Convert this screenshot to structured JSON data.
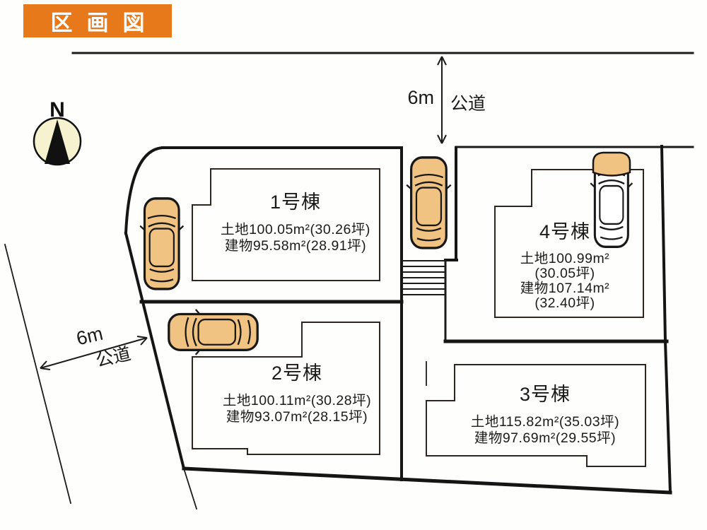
{
  "title": {
    "label": "区画図"
  },
  "compass": {
    "label": "N"
  },
  "roads": {
    "top": {
      "dimension": "6m",
      "label": "公道"
    },
    "left": {
      "dimension": "6m",
      "label": "公道"
    }
  },
  "plots": [
    {
      "name": "1号棟",
      "land": "土地100.05m²(30.26坪)",
      "building": "建物95.58m²(28.91坪)"
    },
    {
      "name": "2号棟",
      "land": "土地100.11m²(30.28坪)",
      "building": "建物93.07m²(28.15坪)"
    },
    {
      "name": "3号棟",
      "land": "土地115.82m²(35.03坪)",
      "building": "建物97.69m²(29.55坪)"
    },
    {
      "name": "4号棟",
      "land_area": "土地100.99m²",
      "land_tsubo": "(30.05坪)",
      "building_area": "建物107.14m²",
      "building_tsubo": "(32.40坪)"
    }
  ],
  "colors": {
    "banner": "#e8791b",
    "car": "#f1c382",
    "compass_face": "#f6f2d0",
    "line": "#1a1a1a"
  }
}
